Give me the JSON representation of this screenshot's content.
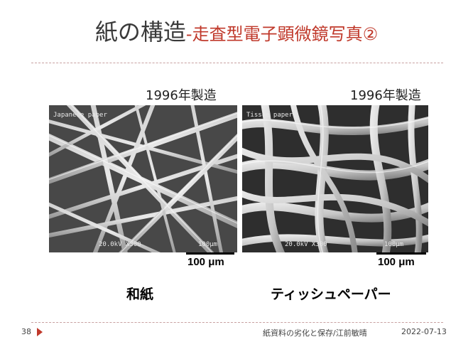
{
  "slide": {
    "title_main": "紙の構造",
    "title_sub": "-走査型電子顕微鏡写真②"
  },
  "left_panel": {
    "year_label": "1996年製造",
    "sem_label": "Japanese paper",
    "sem_info": "20.0kV  X300",
    "sem_scale": "100μm",
    "scale_text": "100 μm",
    "caption": "和紙"
  },
  "right_panel": {
    "year_label": "1996年製造",
    "sem_label": "Tissue paper",
    "sem_info": "20.0kV  X300",
    "sem_scale": "100μm",
    "scale_text": "100 μm",
    "caption": "ティッシュペーパー"
  },
  "footer": {
    "page_number": "38",
    "credit": "紙資料の劣化と保存/江前敏晴",
    "date": "2022-07-13"
  },
  "colors": {
    "accent": "#c0392b",
    "title": "#3a3a3a",
    "divider": "#c8a0a0"
  },
  "icons": {
    "footer_marker": "triangle-right-icon"
  }
}
